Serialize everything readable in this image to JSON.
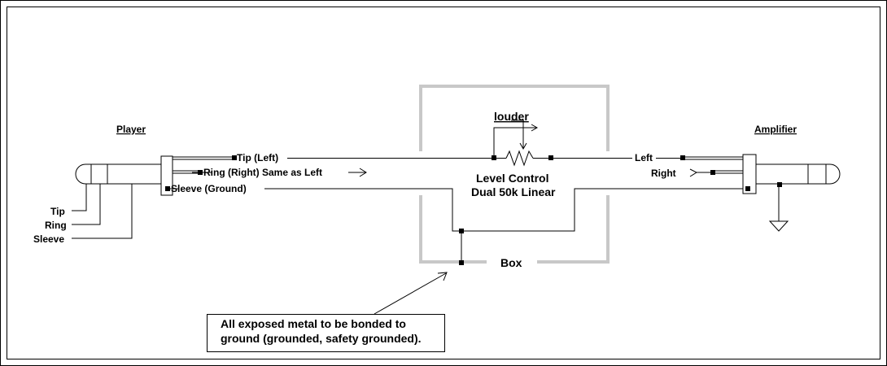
{
  "labels": {
    "player": "Player",
    "amplifier": "Amplifier",
    "tip_left": "Tip (Left)",
    "ring_right": "Ring (Right) Same as Left",
    "sleeve_ground": "Sleeve (Ground)",
    "louder": "louder",
    "level_control": "Level Control",
    "dual_50k": "Dual 50k Linear",
    "left": "Left",
    "right": "Right",
    "box": "Box",
    "tip": "Tip",
    "ring": "Ring",
    "sleeve": "Sleeve",
    "note_line1": "All exposed metal to be bonded to",
    "note_line2": "ground (grounded, safety grounded)."
  }
}
